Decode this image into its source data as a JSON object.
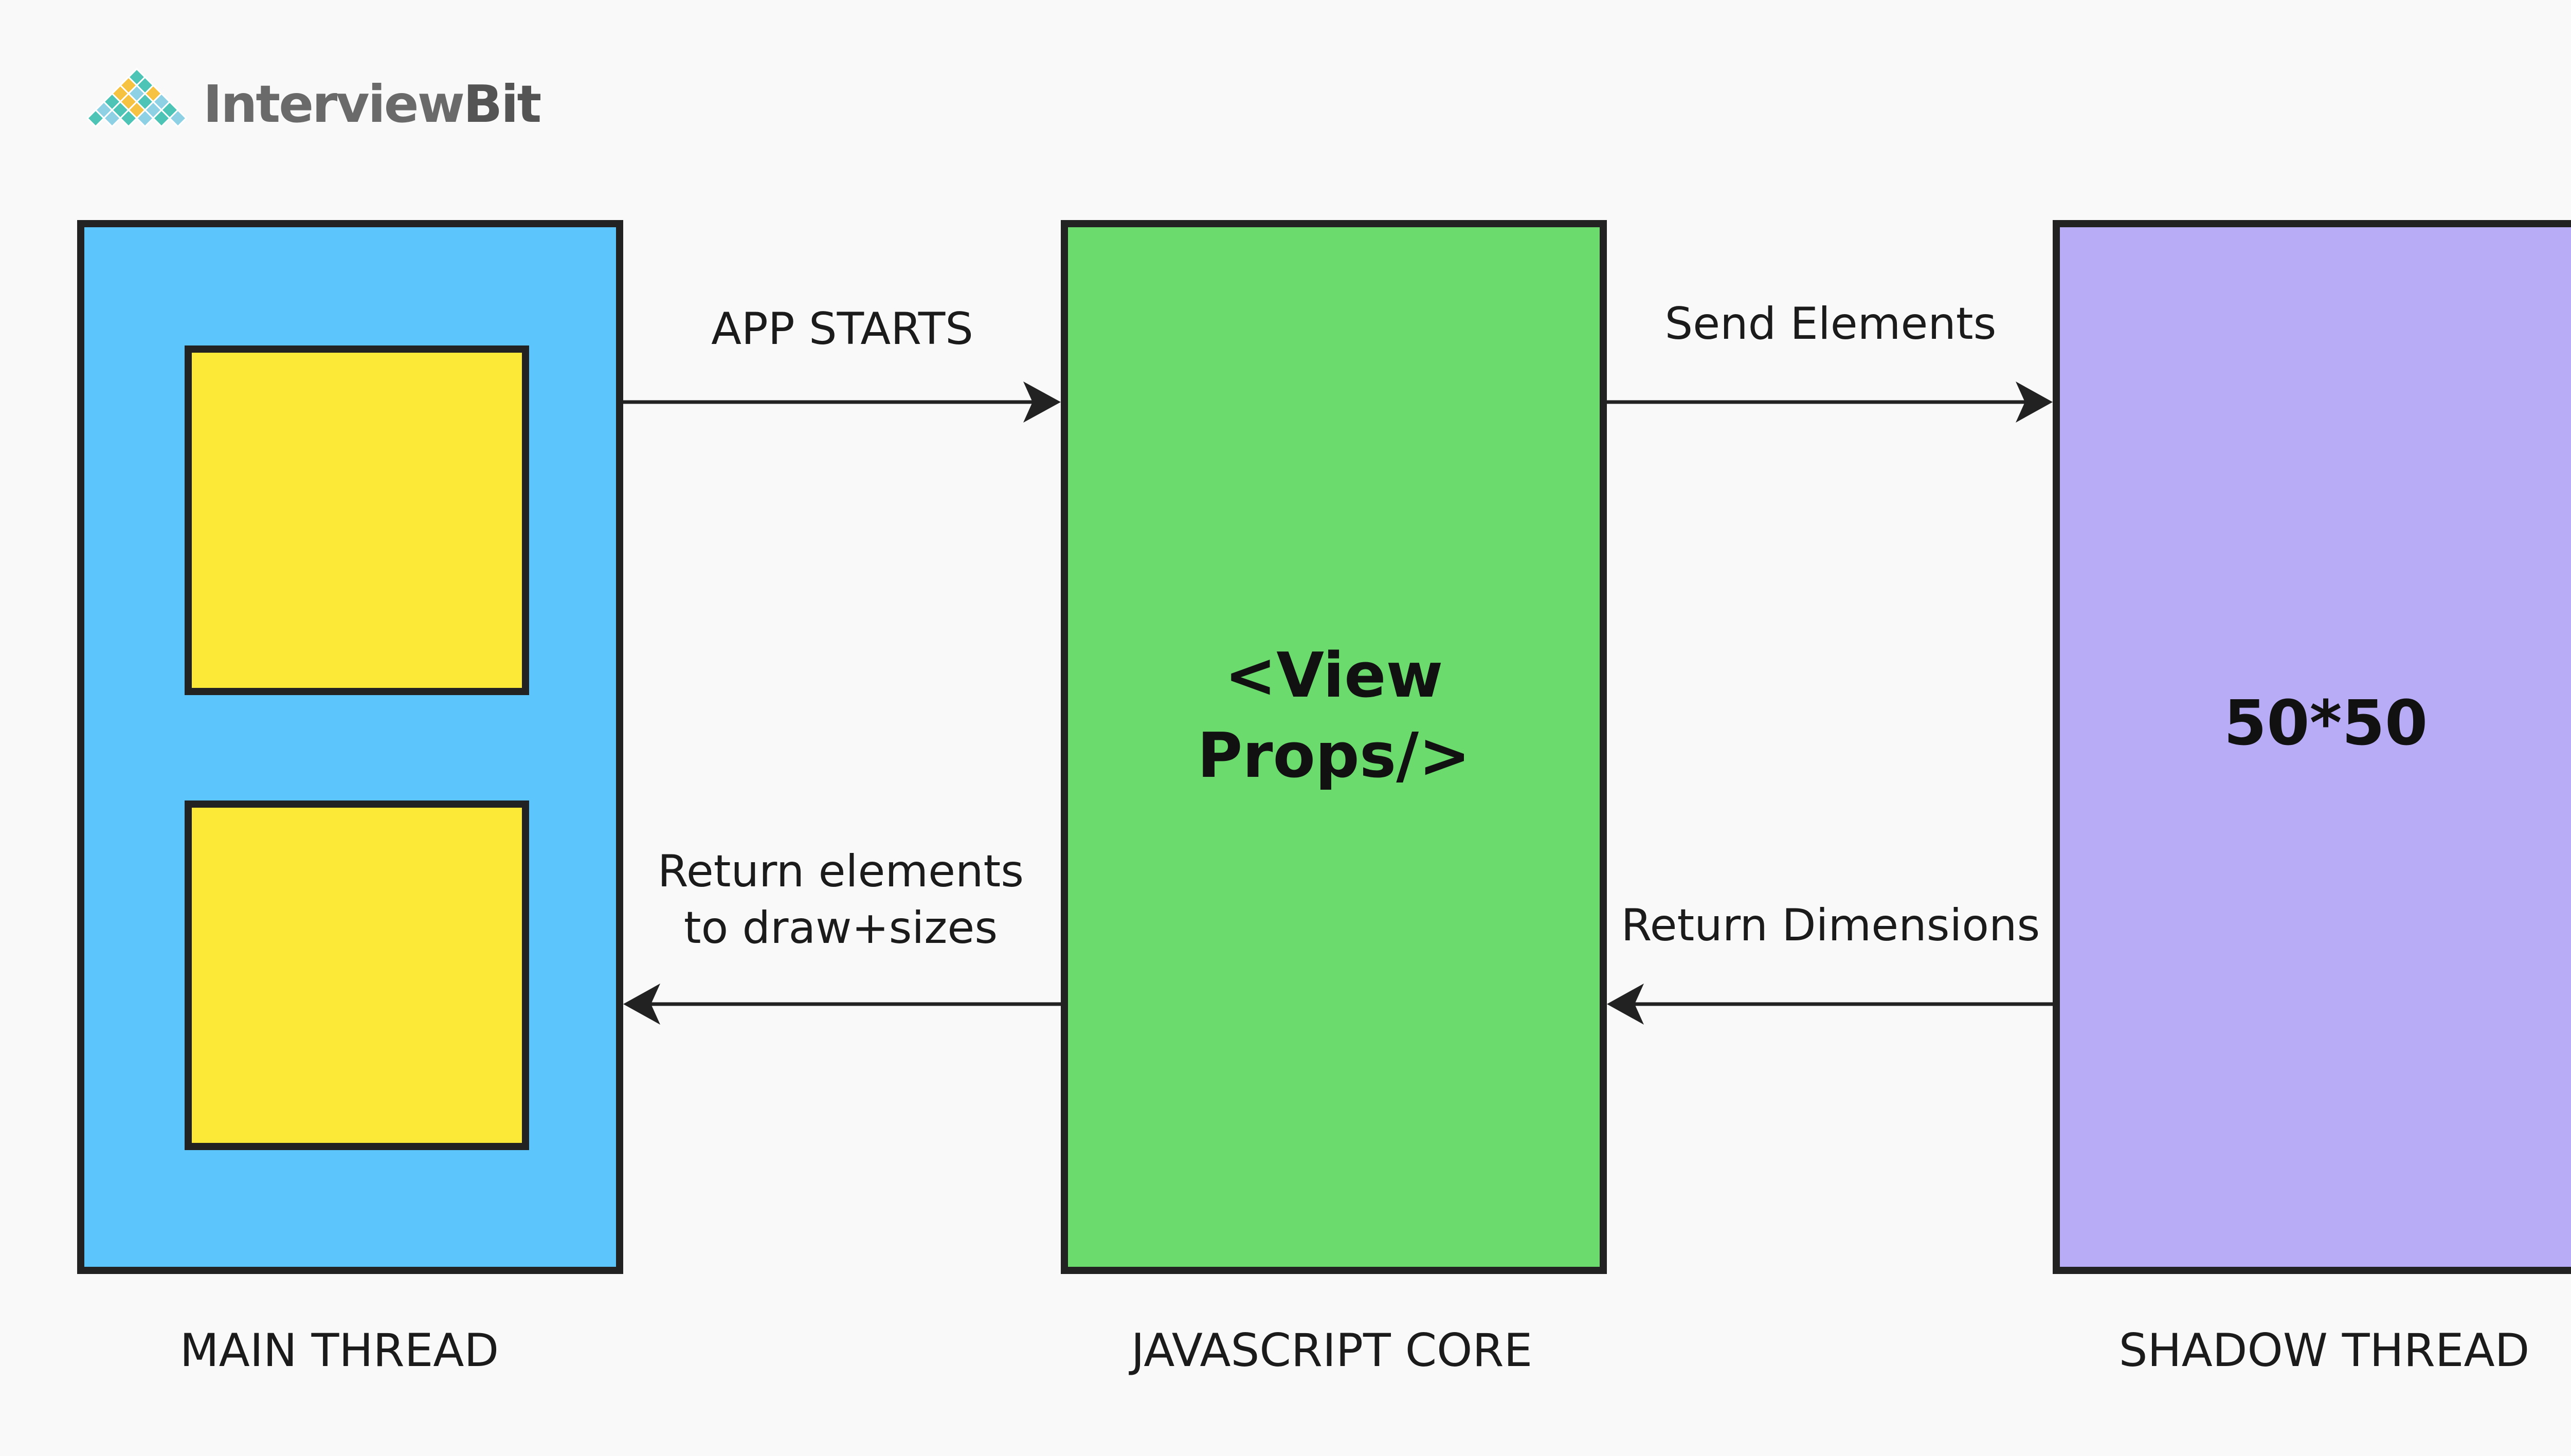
{
  "logo": {
    "text_light": "Interview",
    "text_bold": "Bit"
  },
  "threads": [
    {
      "caption": "MAIN THREAD",
      "color": "#5bc5fc"
    },
    {
      "caption": "JAVASCRIPT CORE",
      "content": "<View\nProps/>",
      "color": "#6cdb6e"
    },
    {
      "caption": "SHADOW THREAD",
      "content": "50*50",
      "color": "#b7acf5"
    }
  ],
  "arrows": {
    "app_starts": "APP STARTS",
    "send_elements": "Send Elements",
    "return_elements": "Return elements\nto draw+sizes",
    "return_dimensions": "Return Dimensions"
  },
  "colors": {
    "yellow": "#fbe837",
    "stroke": "#222222",
    "background": "#f9f9f9"
  }
}
